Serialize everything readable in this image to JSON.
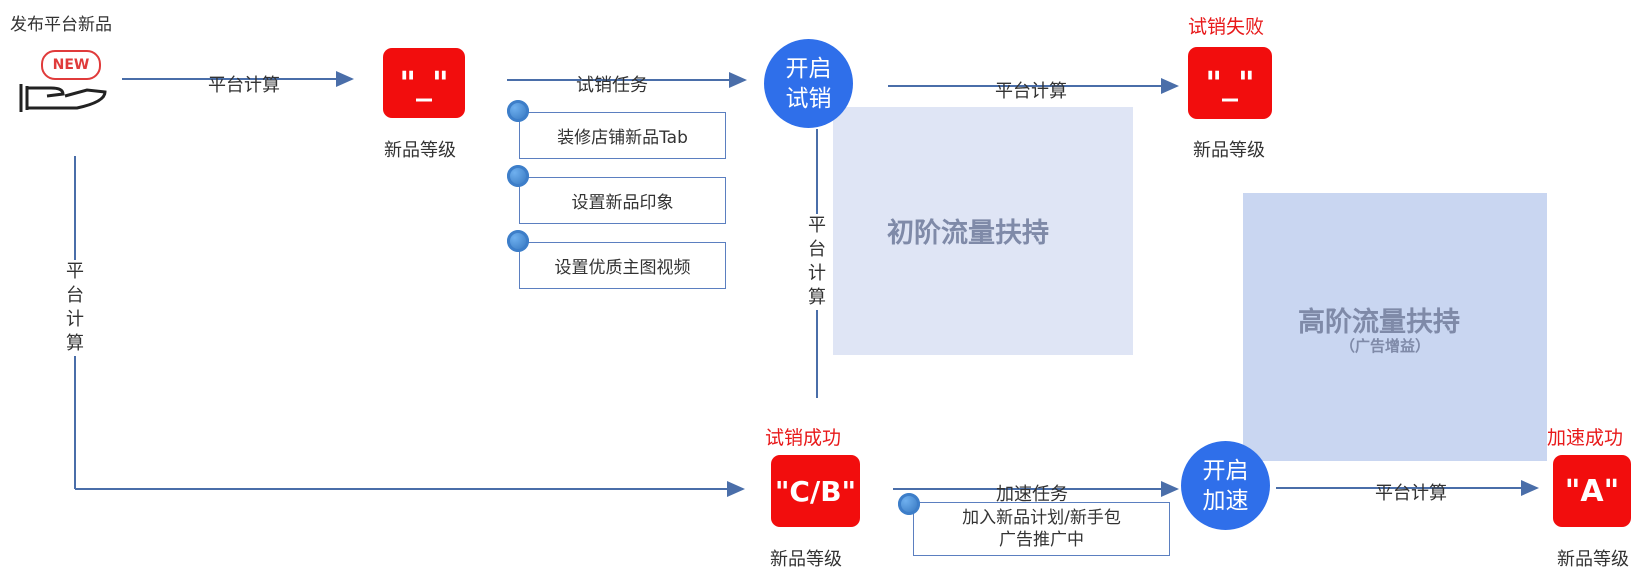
{
  "start": {
    "label": "发布平台新品",
    "new_tag": "NEW"
  },
  "edge_labels": {
    "calc1": "平台计算",
    "trial_task": "试销任务",
    "calc2": "平台计算",
    "calc_vertical_mid": "平台计算",
    "calc_vertical_left": "平台计算",
    "accel_task": "加速任务",
    "calc3": "平台计算"
  },
  "grade_nodes": [
    {
      "status": "",
      "badge": "\"_\"",
      "caption": "新品等级"
    },
    {
      "status": "试销失败",
      "badge": "\"_\"",
      "caption": "新品等级"
    },
    {
      "status": "试销成功",
      "badge": "\"C/B\"",
      "caption": "新品等级"
    },
    {
      "status": "加速成功",
      "badge": "\"A\"",
      "caption": "新品等级"
    }
  ],
  "circles": {
    "trial": [
      "开启",
      "试销"
    ],
    "accel": [
      "开启",
      "加速"
    ]
  },
  "trial_tasks": [
    "装修店铺新品Tab",
    "设置新品印象",
    "设置优质主图视频"
  ],
  "accel_tasks": [
    "加入新品计划/新手包",
    "广告推广中"
  ],
  "support_boxes": {
    "early": {
      "title": "初阶流量扶持"
    },
    "advanced": {
      "title": "高阶流量扶持",
      "subtitle": "（广告增益）"
    }
  },
  "colors": {
    "red": "#f20d0d",
    "blue": "#2f6fea",
    "line": "#4a6ea9",
    "box_light": "#dfe5f5",
    "box_mid": "#c9d6f1"
  }
}
